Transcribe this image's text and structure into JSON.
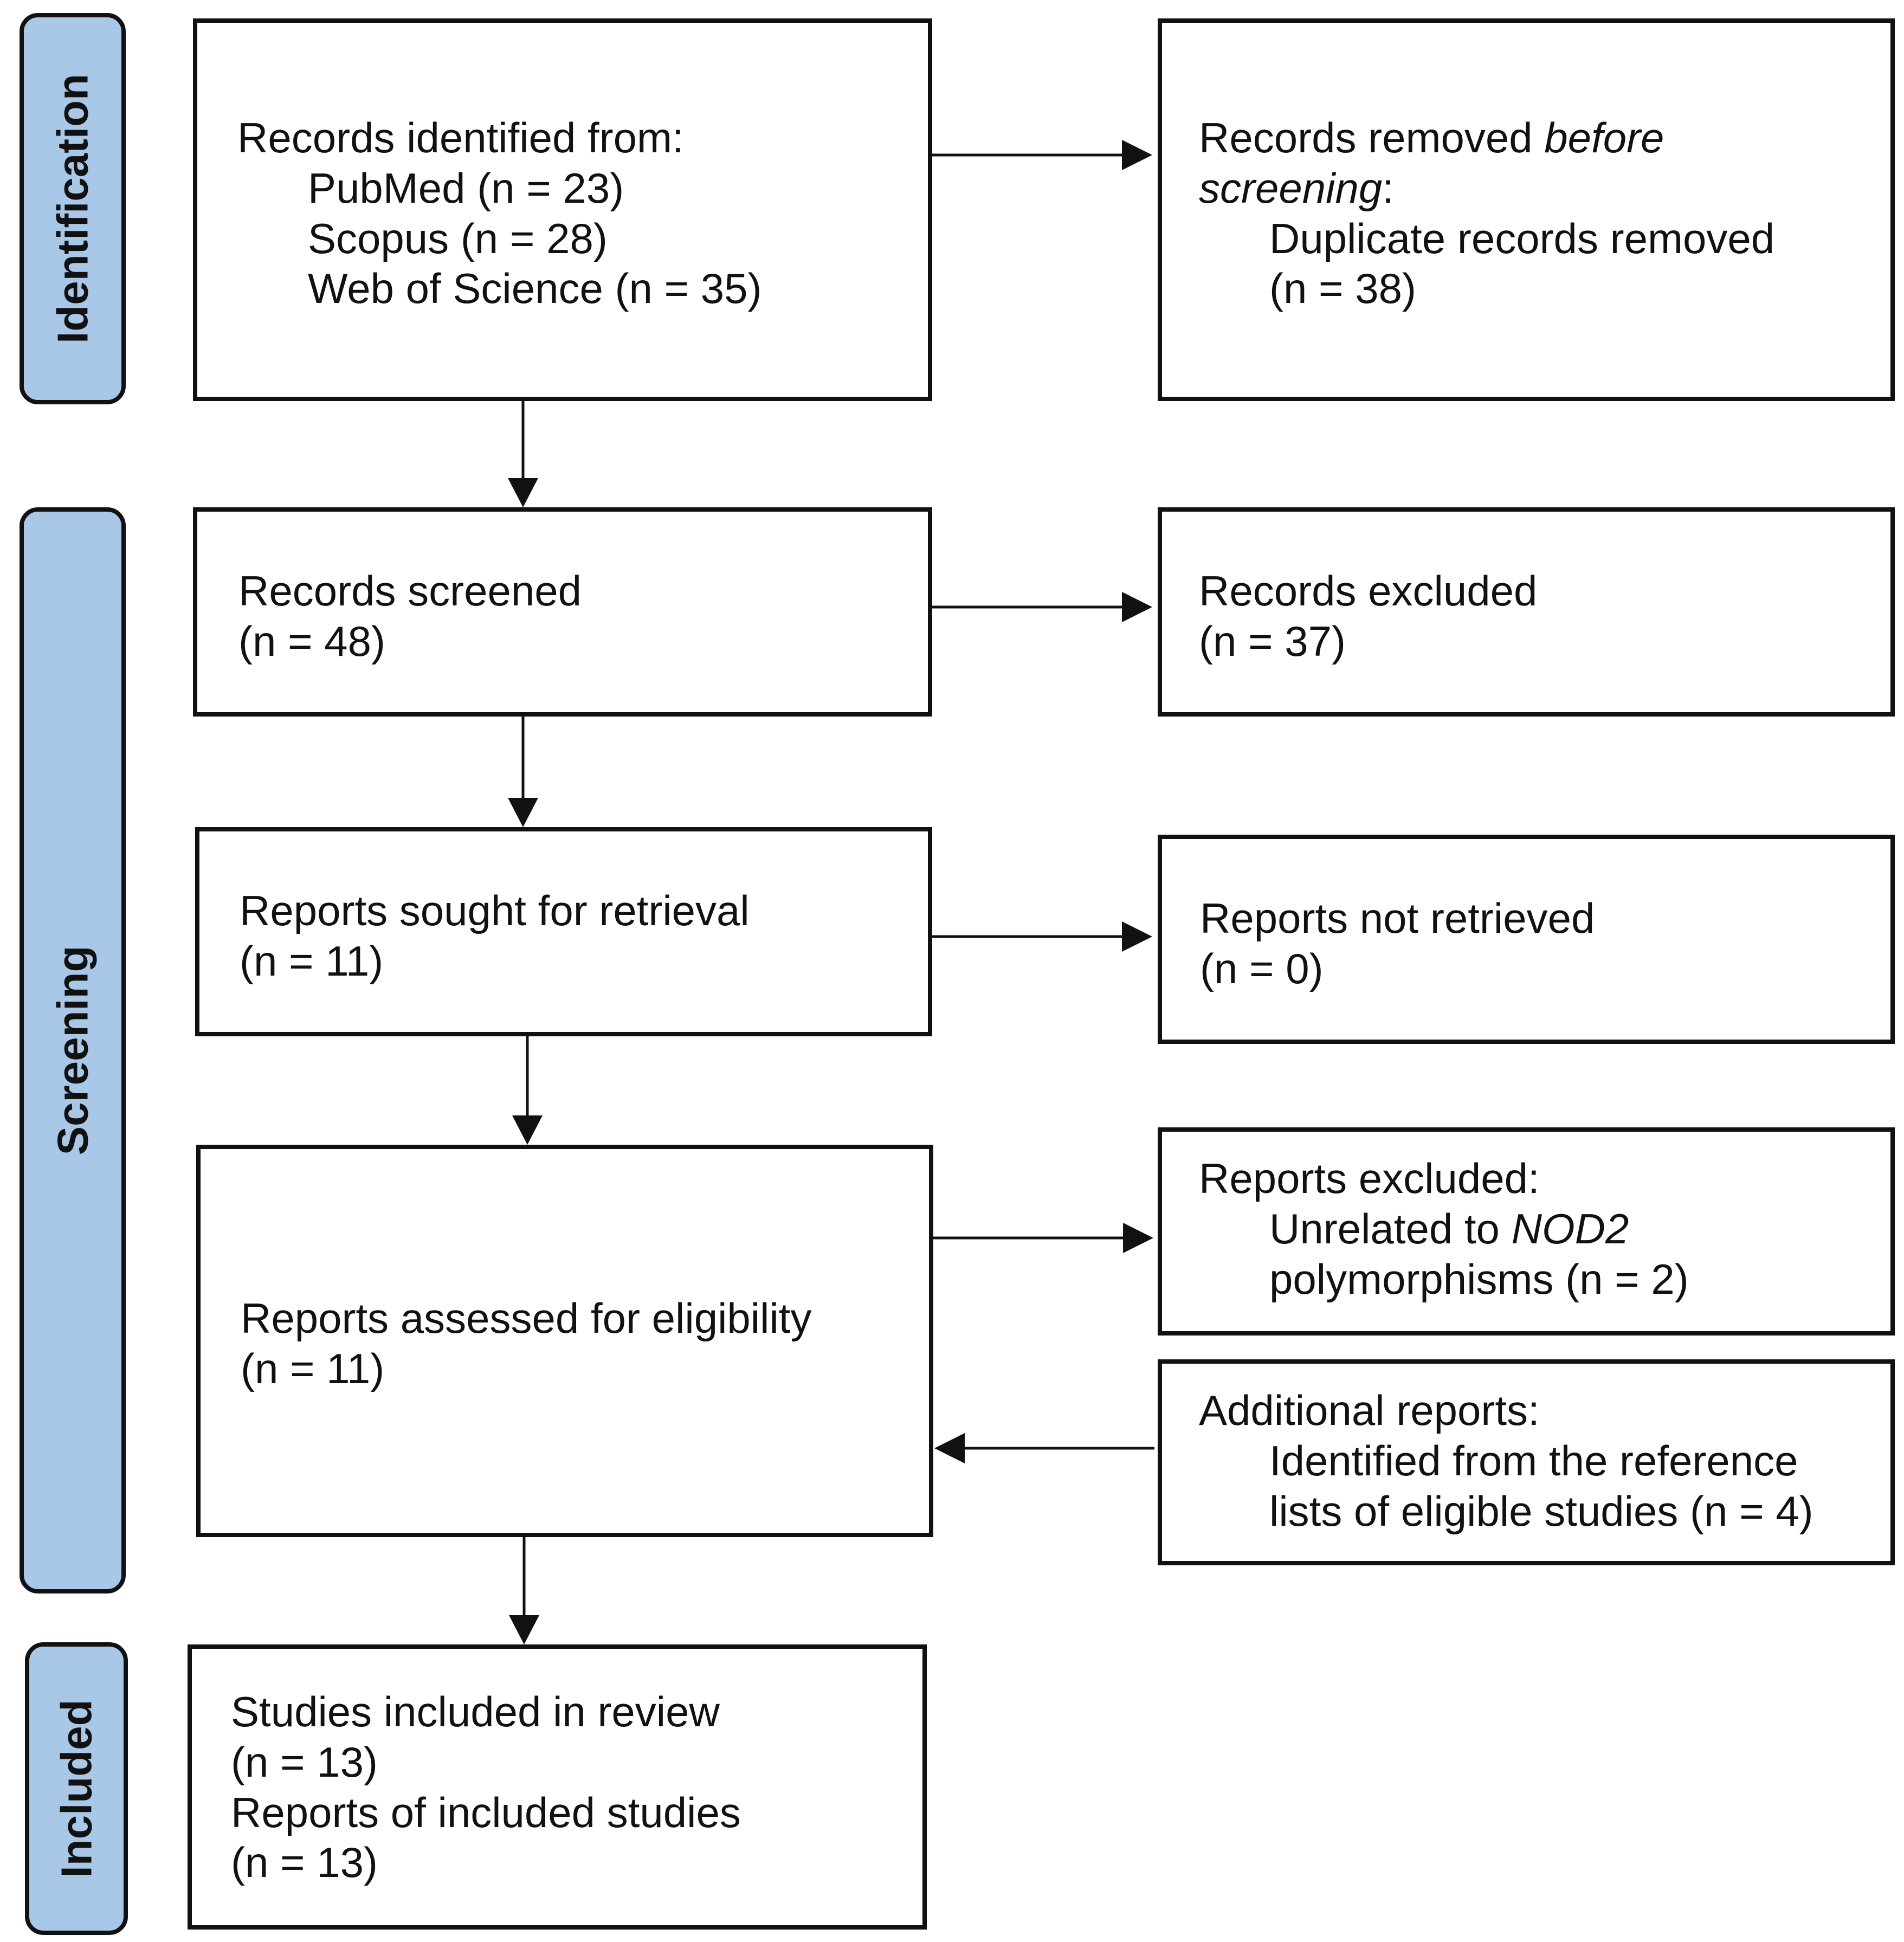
{
  "phases": {
    "identification": "Identification",
    "screening": "Screening",
    "included": "Included"
  },
  "boxes": {
    "records_identified": {
      "heading": "Records identified from:",
      "sources": [
        "PubMed (n = 23)",
        "Scopus (n = 28)",
        "Web of Science (n = 35)"
      ]
    },
    "records_removed": {
      "text_a": "Records removed ",
      "text_b": "before",
      "text_c": "screening",
      "text_d": ":",
      "detail_1": "Duplicate records removed",
      "detail_2": "(n = 38)"
    },
    "records_screened": {
      "label": "Records screened",
      "count": "(n = 48)"
    },
    "records_excluded": {
      "label": "Records excluded",
      "count": "(n = 37)"
    },
    "reports_sought": {
      "label": "Reports sought for retrieval",
      "count": "(n = 11)"
    },
    "reports_not_retrieved": {
      "label": "Reports not retrieved",
      "count": "(n = 0)"
    },
    "reports_assessed": {
      "label": "Reports assessed for eligibility",
      "count": "(n = 11)"
    },
    "reports_excluded": {
      "heading": "Reports excluded:",
      "detail_a": "Unrelated to ",
      "detail_b": "NOD2",
      "detail_2": "polymorphisms (n = 2)"
    },
    "additional_reports": {
      "heading": "Additional reports:",
      "detail_1": "Identified from the reference",
      "detail_2": "lists of eligible studies (n = 4)"
    },
    "studies_included": {
      "label_1": "Studies included in review",
      "count_1": "(n = 13)",
      "label_2": "Reports of included studies",
      "count_2": "(n = 13)"
    }
  },
  "colors": {
    "phase_fill": "#a9c8e8",
    "stroke": "#111111"
  }
}
